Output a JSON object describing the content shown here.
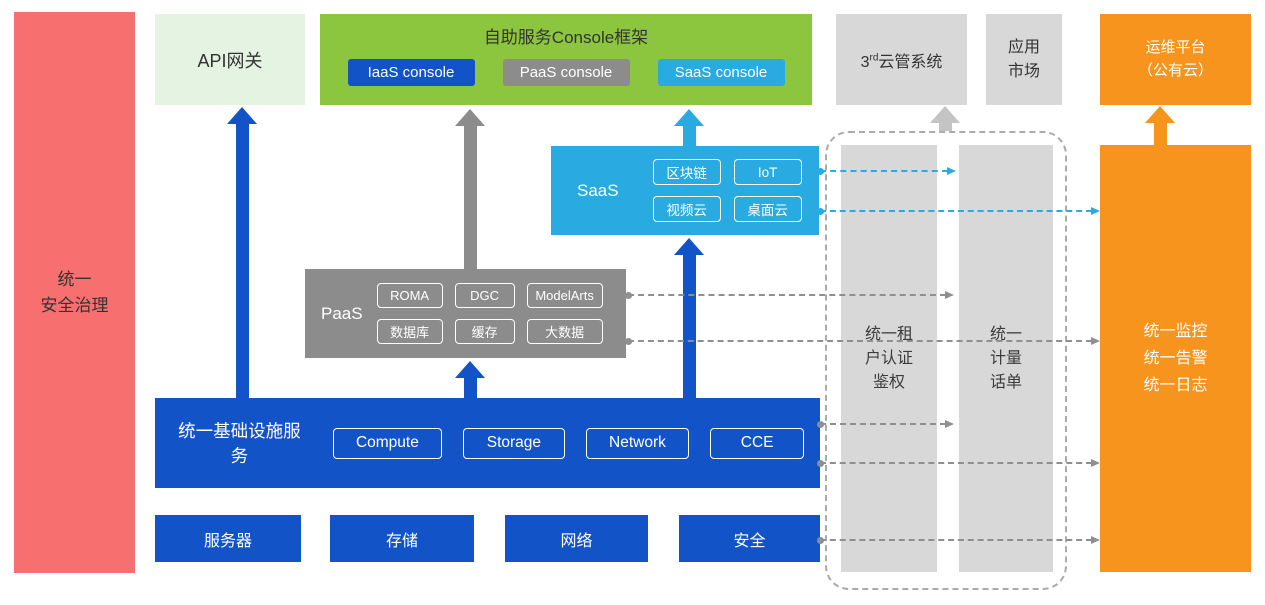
{
  "colors": {
    "red": "#F76F6F",
    "light_green": "#E5F3E3",
    "green": "#8CC63F",
    "blue": "#1254C8",
    "gray": "#8C8C8C",
    "cyan": "#29ABE2",
    "light_gray": "#D8D8D8",
    "orange": "#F7941E"
  },
  "security_bar": {
    "label": "统一\n安全治理"
  },
  "api_gateway": {
    "label": "API网关"
  },
  "console_framework": {
    "title": "自助服务Console框架",
    "buttons": [
      {
        "label": "IaaS console"
      },
      {
        "label": "PaaS console"
      },
      {
        "label": "SaaS console"
      }
    ]
  },
  "cloud_mgmt": {
    "prefix": "3",
    "superscript": "rd",
    "suffix": "云管系统"
  },
  "app_market": {
    "label": "应用\n市场"
  },
  "ops_platform": {
    "label": "运维平台\n（公有云）"
  },
  "saas": {
    "label": "SaaS",
    "items": [
      "区块链",
      "IoT",
      "视频云",
      "桌面云"
    ]
  },
  "paas": {
    "label": "PaaS",
    "items": [
      "ROMA",
      "DGC",
      "ModelArts",
      "数据库",
      "缓存",
      "大数据"
    ]
  },
  "iaas": {
    "label": "统一基础设施服务",
    "items": [
      "Compute",
      "Storage",
      "Network",
      "CCE"
    ]
  },
  "hardware": {
    "items": [
      "服务器",
      "存储",
      "网络",
      "安全"
    ]
  },
  "auth_bar": {
    "label": "统一租\n户认证\n鉴权"
  },
  "billing_bar": {
    "label": "统一\n计量\n话单"
  },
  "monitor_bar": {
    "label": "统一监控\n统一告警\n统一日志"
  }
}
